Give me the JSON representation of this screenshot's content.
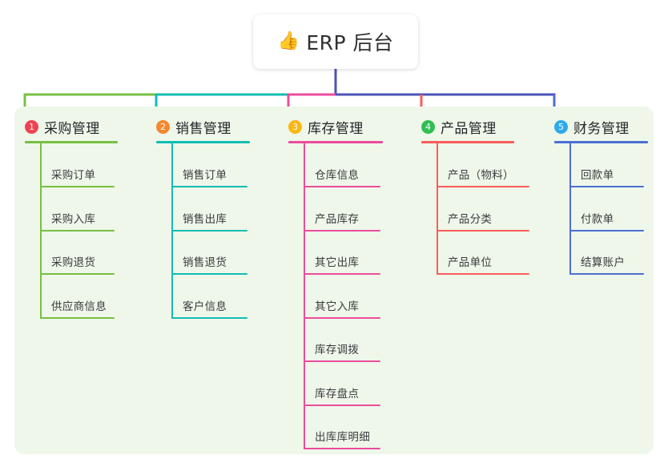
{
  "root": {
    "emoji": "👍",
    "label": "ERP 后台",
    "emoji_name": "thumbs-up-icon"
  },
  "colors": {
    "panel_background": "#eef7e9",
    "page_background": "#ffffff",
    "root_trunk": "#4b53b8",
    "text": "#2f3033"
  },
  "branches": [
    {
      "number": "1",
      "title": "采购管理",
      "badge_color": "#ef4352",
      "line_color": "#77c043",
      "items": [
        "采购订单",
        "采购入库",
        "采购退货",
        "供应商信息"
      ]
    },
    {
      "number": "2",
      "title": "销售管理",
      "badge_color": "#f5872e",
      "line_color": "#13bdb4",
      "items": [
        "销售订单",
        "销售出库",
        "销售退货",
        "客户信息"
      ]
    },
    {
      "number": "3",
      "title": "库存管理",
      "badge_color": "#fbb713",
      "line_color": "#ec4c9c",
      "items": [
        "仓库信息",
        "产品库存",
        "其它出库",
        "其它入库",
        "库存调拨",
        "库存盘点",
        "出库库明细"
      ]
    },
    {
      "number": "4",
      "title": "产品管理",
      "badge_color": "#2fbf54",
      "line_color": "#fb5b5b",
      "items": [
        "产品（物料）",
        "产品分类",
        "产品单位"
      ]
    },
    {
      "number": "5",
      "title": "财务管理",
      "badge_color": "#2eaaec",
      "line_color": "#4b6fd4",
      "items": [
        "回款单",
        "付款单",
        "结算账户"
      ]
    }
  ]
}
